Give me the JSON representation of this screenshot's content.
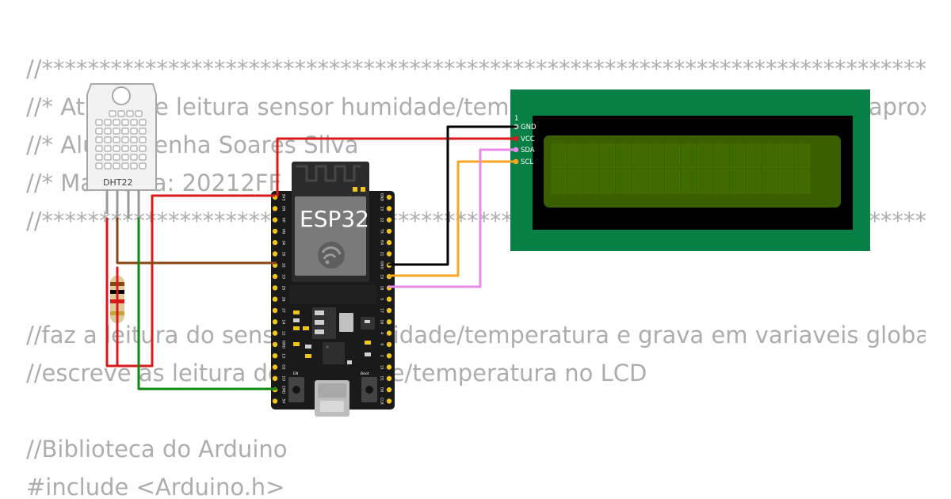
{
  "code_lines": [
    "//********************************************************************************************",
    "//* Atividade leitura sensor humidade/temperatura e escrita no LCD com aproximadamente",
    "//* Aluno: Penha Soares Silva",
    "//* Matricula: 20212FF",
    "//********************************************************************************************",
    "",
    "",
    "//faz a leitura do sensor de humidade/temperatura e grava em variaveis globais",
    "//escreve as leitura de humidade/temperatura no LCD",
    "",
    "//Biblioteca do Arduino",
    "#include <Arduino.h>"
  ],
  "sensor": {
    "label": "DHT22"
  },
  "board": {
    "chip_label": "ESP32",
    "en_label": "EN",
    "boot_label": "Boot",
    "left_pins": [
      "3V3",
      "EN",
      "VP",
      "VN",
      "34",
      "35",
      "32",
      "33",
      "25",
      "26",
      "27",
      "14",
      "12",
      "GND",
      "13",
      "D2",
      "D3",
      "CMD",
      "5V"
    ],
    "right_pins": [
      "GND",
      "23",
      "22",
      "TX",
      "RX",
      "21",
      "GND",
      "19",
      "18",
      "5",
      "17",
      "16",
      "4",
      "0",
      "2",
      "15",
      "D1",
      "D0",
      "CLK"
    ]
  },
  "lcd": {
    "pin1_label": "1",
    "pins": [
      "GND",
      "VCC",
      "SDA",
      "SCL"
    ],
    "columns": 16,
    "rows": 2
  },
  "colors": {
    "code_text": "#adadad",
    "board_body": "#1a1a1a",
    "pin_gold": "#f0c419",
    "lcd_pcb": "#087f45",
    "lcd_screen": "#3a5f00",
    "wire_red": "#d91a1a",
    "wire_black": "#000000",
    "wire_brown": "#8b4513",
    "wire_green": "#118811",
    "wire_orange": "#f5a623",
    "wire_pink": "#e88ae8"
  }
}
